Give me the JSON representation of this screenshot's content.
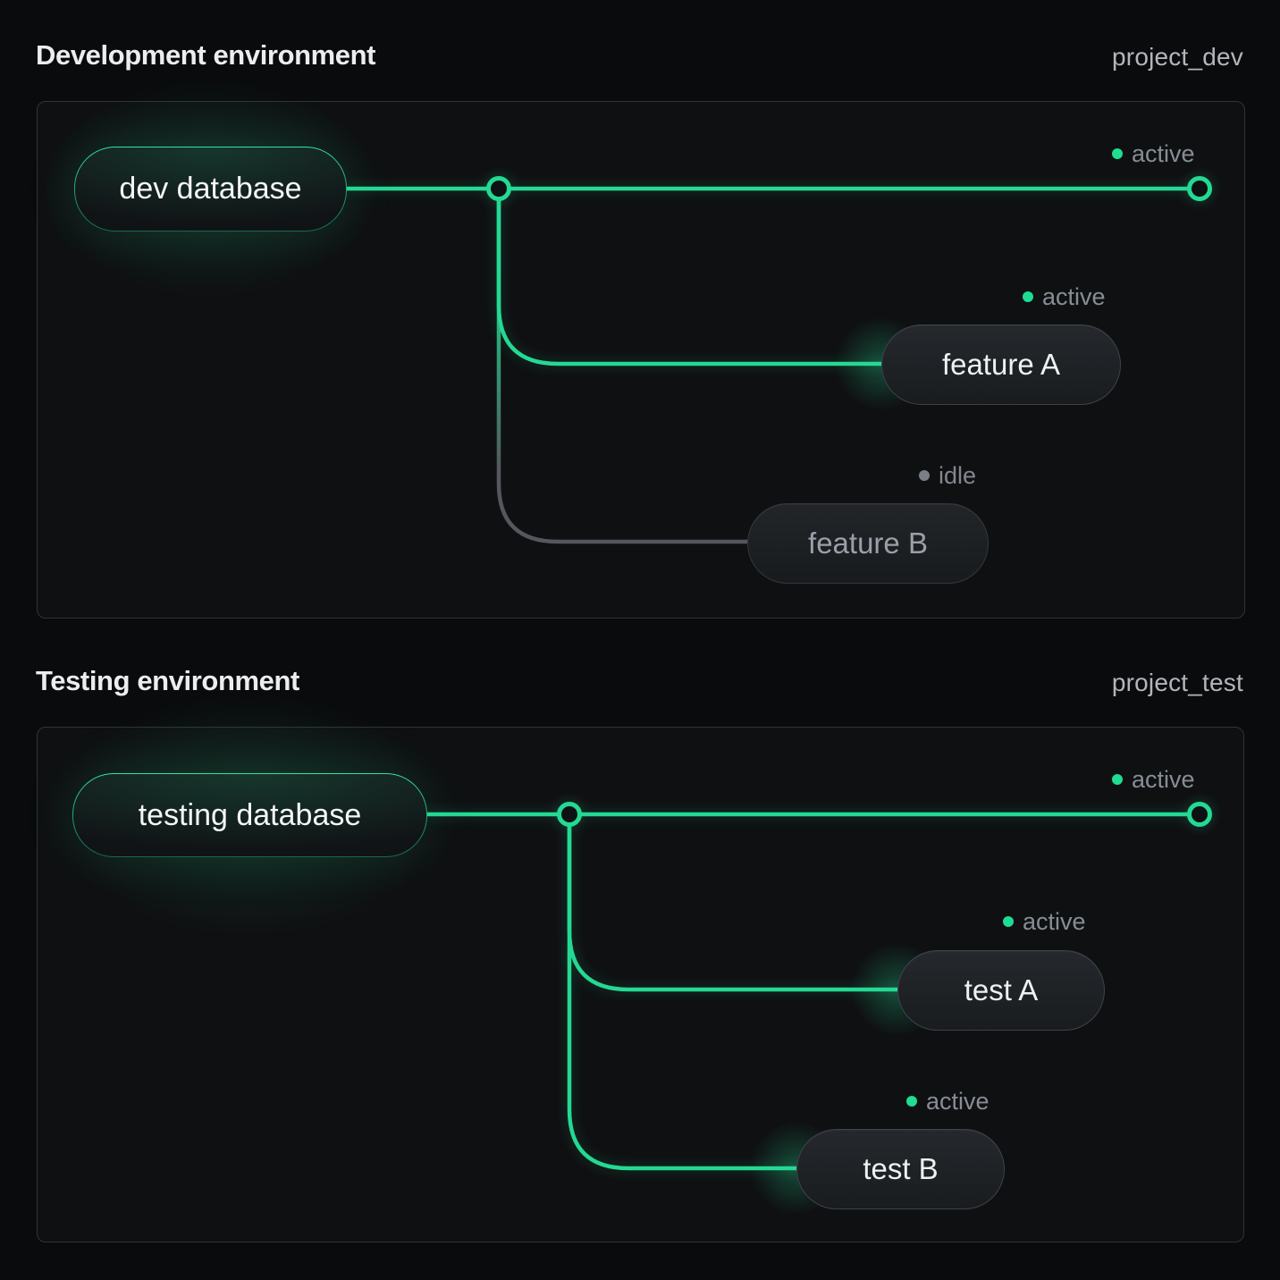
{
  "panels": [
    {
      "title": "Development environment",
      "project": "project_dev",
      "root": {
        "label": "dev database"
      },
      "main_status": "active",
      "branches": [
        {
          "label": "feature A",
          "status": "active"
        },
        {
          "label": "feature B",
          "status": "idle"
        }
      ]
    },
    {
      "title": "Testing environment",
      "project": "project_test",
      "root": {
        "label": "testing database"
      },
      "main_status": "active",
      "branches": [
        {
          "label": "test A",
          "status": "active"
        },
        {
          "label": "test B",
          "status": "active"
        }
      ]
    }
  ],
  "colors": {
    "background": "#0a0b0c",
    "panel_border": "#2f3338",
    "accent_green": "#24d993",
    "idle_line": "#54585d",
    "status_text": "#878d95"
  },
  "icons": {
    "branch_point": "circle-node-icon",
    "branch_endpoint": "circle-endpoint-icon",
    "status_dot": "status-dot-icon"
  }
}
